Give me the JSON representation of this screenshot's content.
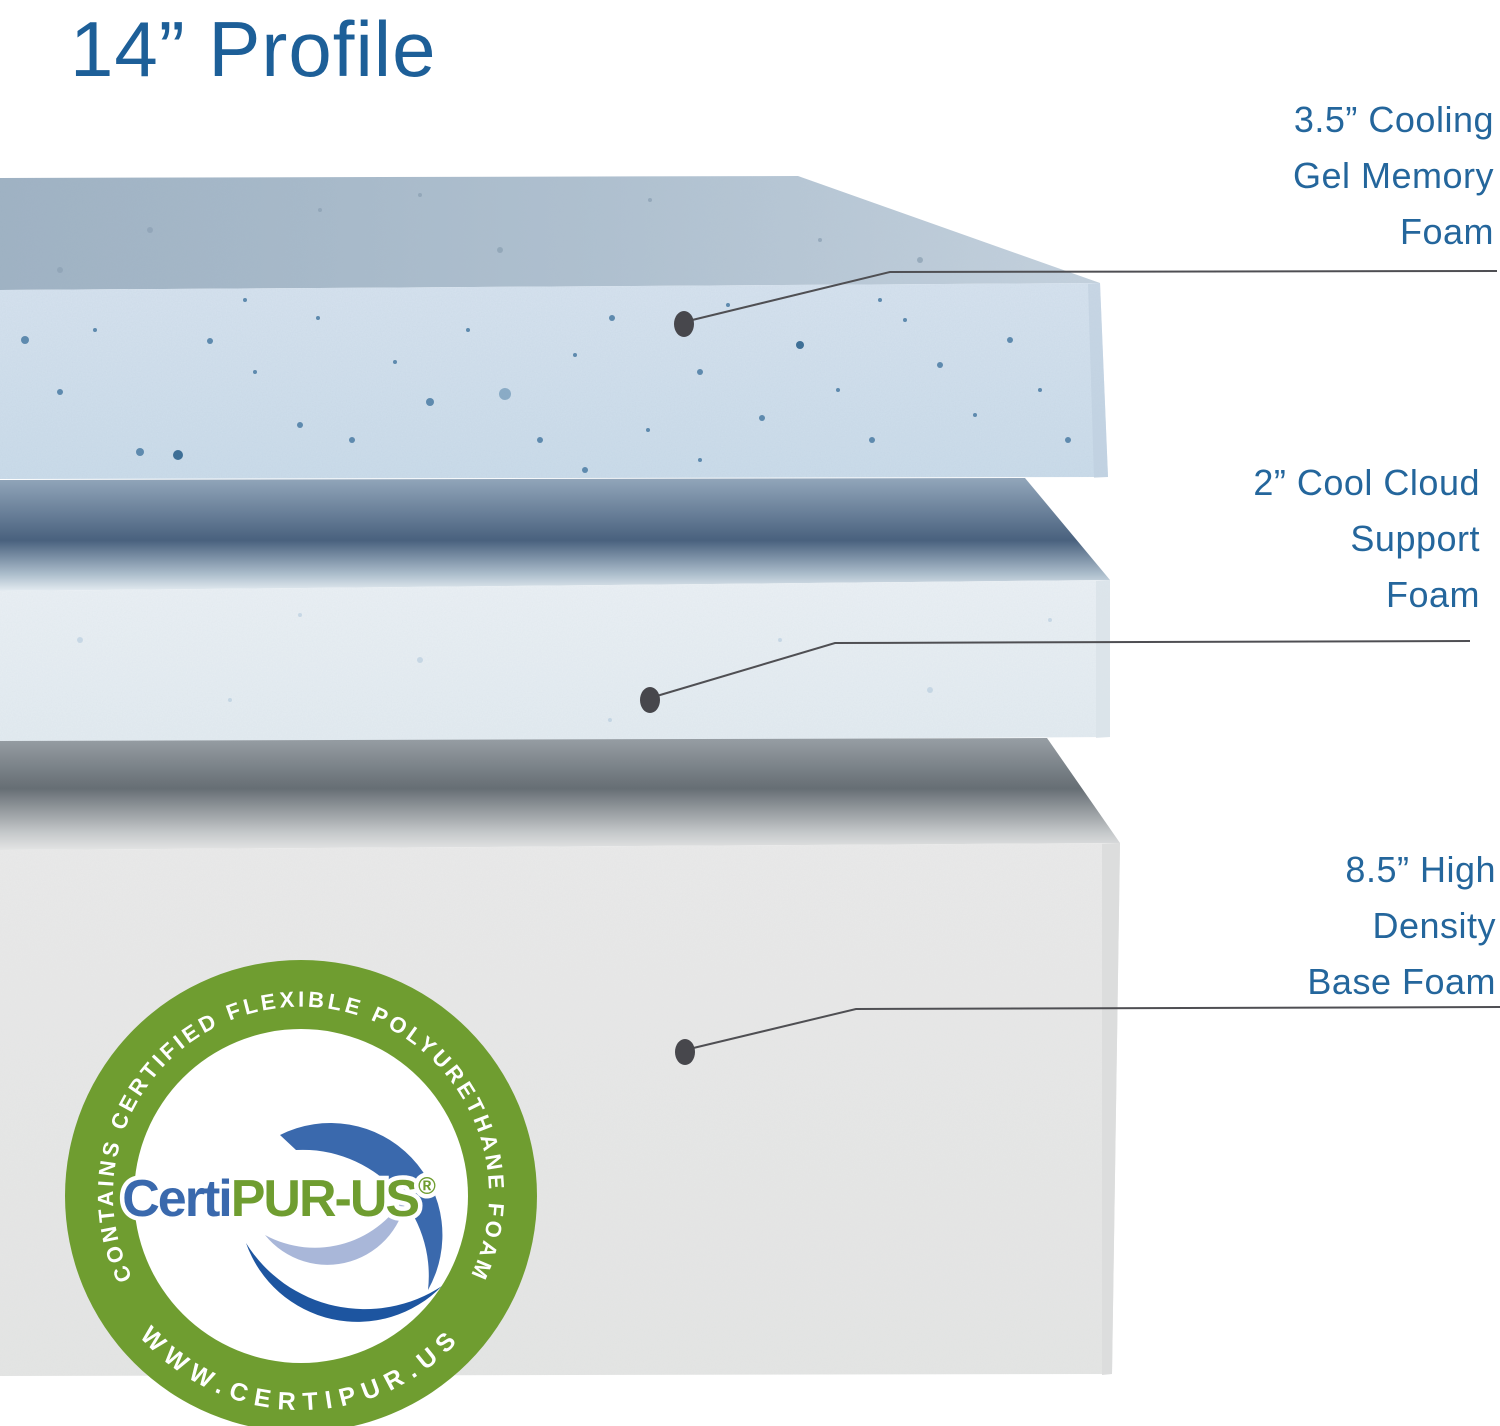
{
  "title": "14” Profile",
  "layers": [
    {
      "name": "cooling-gel-memory-foam",
      "lines": [
        "3.5” Cooling",
        "Gel Memory",
        "Foam"
      ]
    },
    {
      "name": "cool-cloud-support-foam",
      "lines": [
        "2” Cool Cloud",
        "Support",
        "Foam"
      ]
    },
    {
      "name": "high-density-base-foam",
      "lines": [
        "8.5” High",
        "Density",
        "Base Foam"
      ]
    }
  ],
  "badge": {
    "arc_top": "CONTAINS CERTIFIED FLEXIBLE POLYURETHANE FOAM",
    "arc_bottom": "WWW.CERTIPUR.US",
    "brand_prefix": "Certi",
    "brand_suffix": "PUR-US",
    "registered": "®"
  },
  "colors": {
    "label_blue": "#24669C",
    "title_blue": "#1D5F98",
    "badge_green": "#6F9D30",
    "brand_blue": "#3A69AD",
    "swoosh_dark": "#1D55A0",
    "swoosh_light": "#A9B7D9"
  }
}
